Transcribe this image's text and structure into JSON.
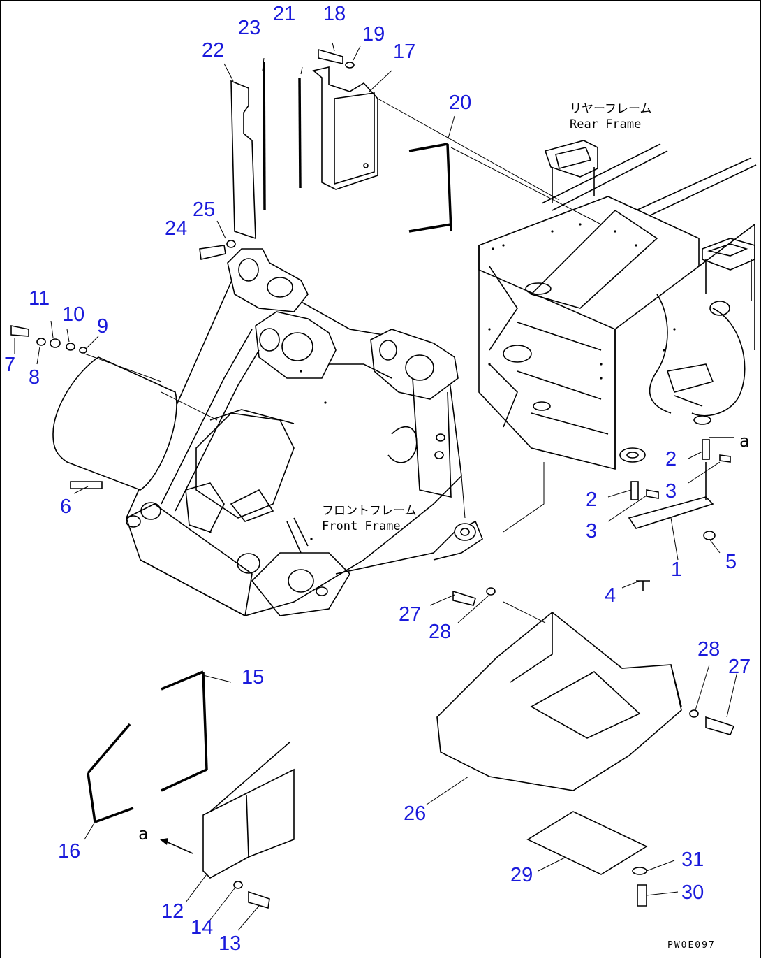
{
  "drawing": {
    "drawing_id": "PW0E097",
    "rear_frame_label_jp": "リヤーフレーム",
    "rear_frame_label_en": "Rear Frame",
    "front_frame_label_jp": "フロントフレーム",
    "front_frame_label_en": "Front Frame",
    "ref_mark_upper": "a",
    "ref_mark_lower": "a",
    "callout_color": "#1a1adb"
  },
  "callouts": [
    {
      "id": "c1",
      "label": "1"
    },
    {
      "id": "c2a",
      "label": "2"
    },
    {
      "id": "c2b",
      "label": "2"
    },
    {
      "id": "c3a",
      "label": "3"
    },
    {
      "id": "c3b",
      "label": "3"
    },
    {
      "id": "c4",
      "label": "4"
    },
    {
      "id": "c5",
      "label": "5"
    },
    {
      "id": "c6",
      "label": "6"
    },
    {
      "id": "c7",
      "label": "7"
    },
    {
      "id": "c8",
      "label": "8"
    },
    {
      "id": "c9",
      "label": "9"
    },
    {
      "id": "c10",
      "label": "10"
    },
    {
      "id": "c11",
      "label": "11"
    },
    {
      "id": "c12",
      "label": "12"
    },
    {
      "id": "c13",
      "label": "13"
    },
    {
      "id": "c14",
      "label": "14"
    },
    {
      "id": "c15",
      "label": "15"
    },
    {
      "id": "c16",
      "label": "16"
    },
    {
      "id": "c17",
      "label": "17"
    },
    {
      "id": "c18",
      "label": "18"
    },
    {
      "id": "c19",
      "label": "19"
    },
    {
      "id": "c20",
      "label": "20"
    },
    {
      "id": "c21",
      "label": "21"
    },
    {
      "id": "c22",
      "label": "22"
    },
    {
      "id": "c23",
      "label": "23"
    },
    {
      "id": "c24",
      "label": "24"
    },
    {
      "id": "c25",
      "label": "25"
    },
    {
      "id": "c26",
      "label": "26"
    },
    {
      "id": "c27a",
      "label": "27"
    },
    {
      "id": "c27b",
      "label": "27"
    },
    {
      "id": "c28a",
      "label": "28"
    },
    {
      "id": "c28b",
      "label": "28"
    },
    {
      "id": "c29",
      "label": "29"
    },
    {
      "id": "c30",
      "label": "30"
    },
    {
      "id": "c31",
      "label": "31"
    }
  ]
}
